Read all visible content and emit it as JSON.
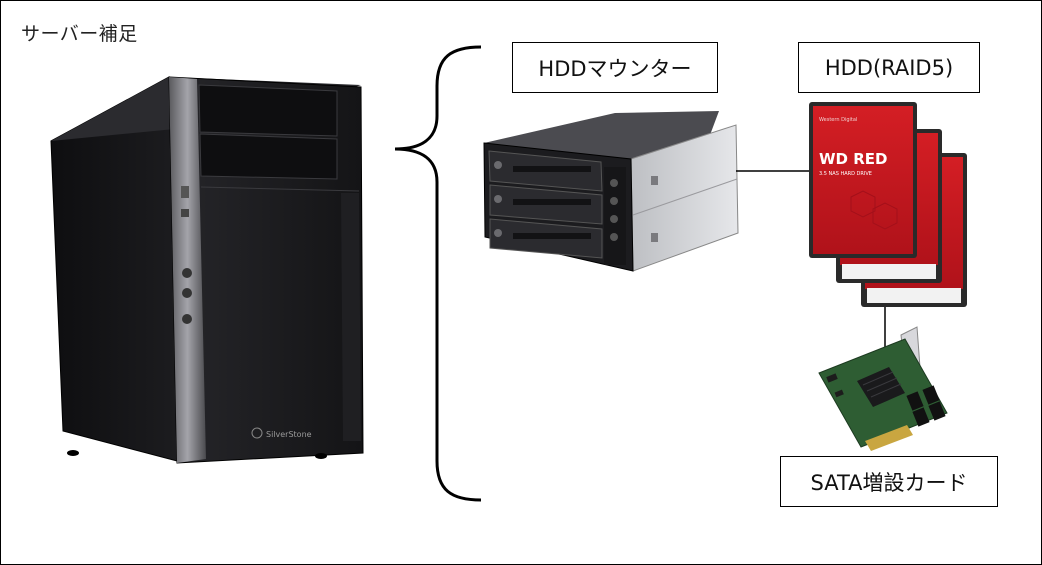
{
  "page": {
    "title": "サーバー補足"
  },
  "labels": {
    "mounter": "HDDマウンター",
    "hdd": "HDD(RAID5)",
    "sata": "SATA増設カード"
  },
  "product_marks": {
    "hdd_brand": "WD RED",
    "hdd_small_top": "Western Digital",
    "hdd_spec": "3.5 NAS HARD DRIVE",
    "case_brand": "SilverStone"
  },
  "colors": {
    "line": "#000000",
    "case_body": "#1b1b1d",
    "hdd_red": "#c8161d",
    "pcb_green": "#2e5d33"
  }
}
